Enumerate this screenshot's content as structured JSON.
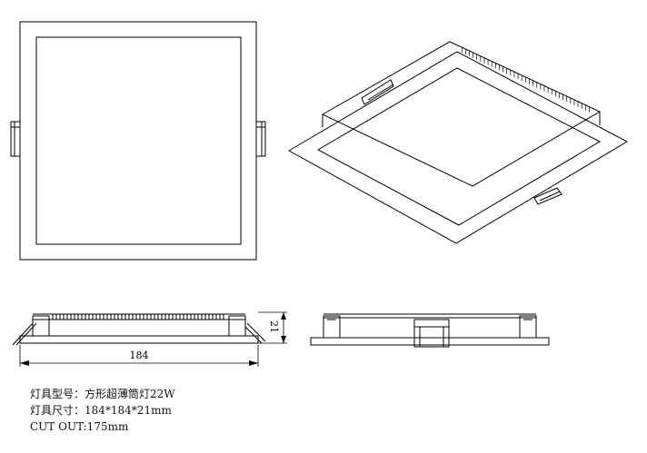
{
  "drawing": {
    "dimensions": {
      "width_label": "184",
      "height_label": "21"
    }
  },
  "specs": {
    "model": "灯具型号：方形超薄筒灯22W",
    "size": "灯具尺寸：184*184*21mm",
    "cutout": "CUT OUT:175mm"
  }
}
